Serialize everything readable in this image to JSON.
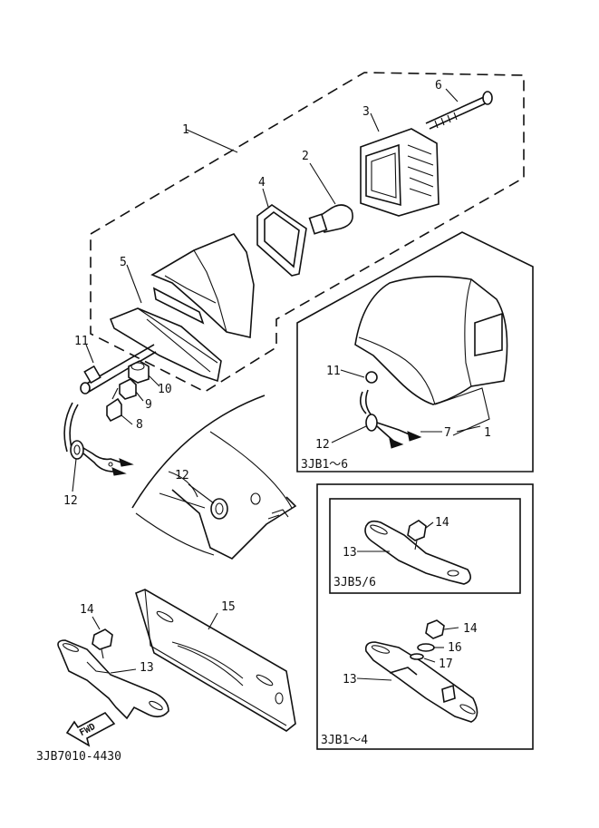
{
  "callouts": {
    "c1_main": "1",
    "c2": "2",
    "c3": "3",
    "c4": "4",
    "c5": "5",
    "c6": "6",
    "c7": "7",
    "c8": "8",
    "c9": "9",
    "c10": "10",
    "c11_left": "11",
    "c12_left": "12",
    "c12_mid": "12",
    "c11_inset": "11",
    "c12_inset": "12",
    "c1_inset": "1",
    "c14_left": "14",
    "c13_left": "13",
    "c15": "15",
    "c14_b56": "14",
    "c13_b56": "13",
    "c14_b14": "14",
    "c16": "16",
    "c17": "17",
    "c13_b14": "13"
  },
  "insets": {
    "model_1_6": "3JB1～6",
    "model_5_6": "3JB5/6",
    "model_1_4": "3JB1～4"
  },
  "fwd_label": "FWD",
  "drawing_number": "3JB7010-4430"
}
